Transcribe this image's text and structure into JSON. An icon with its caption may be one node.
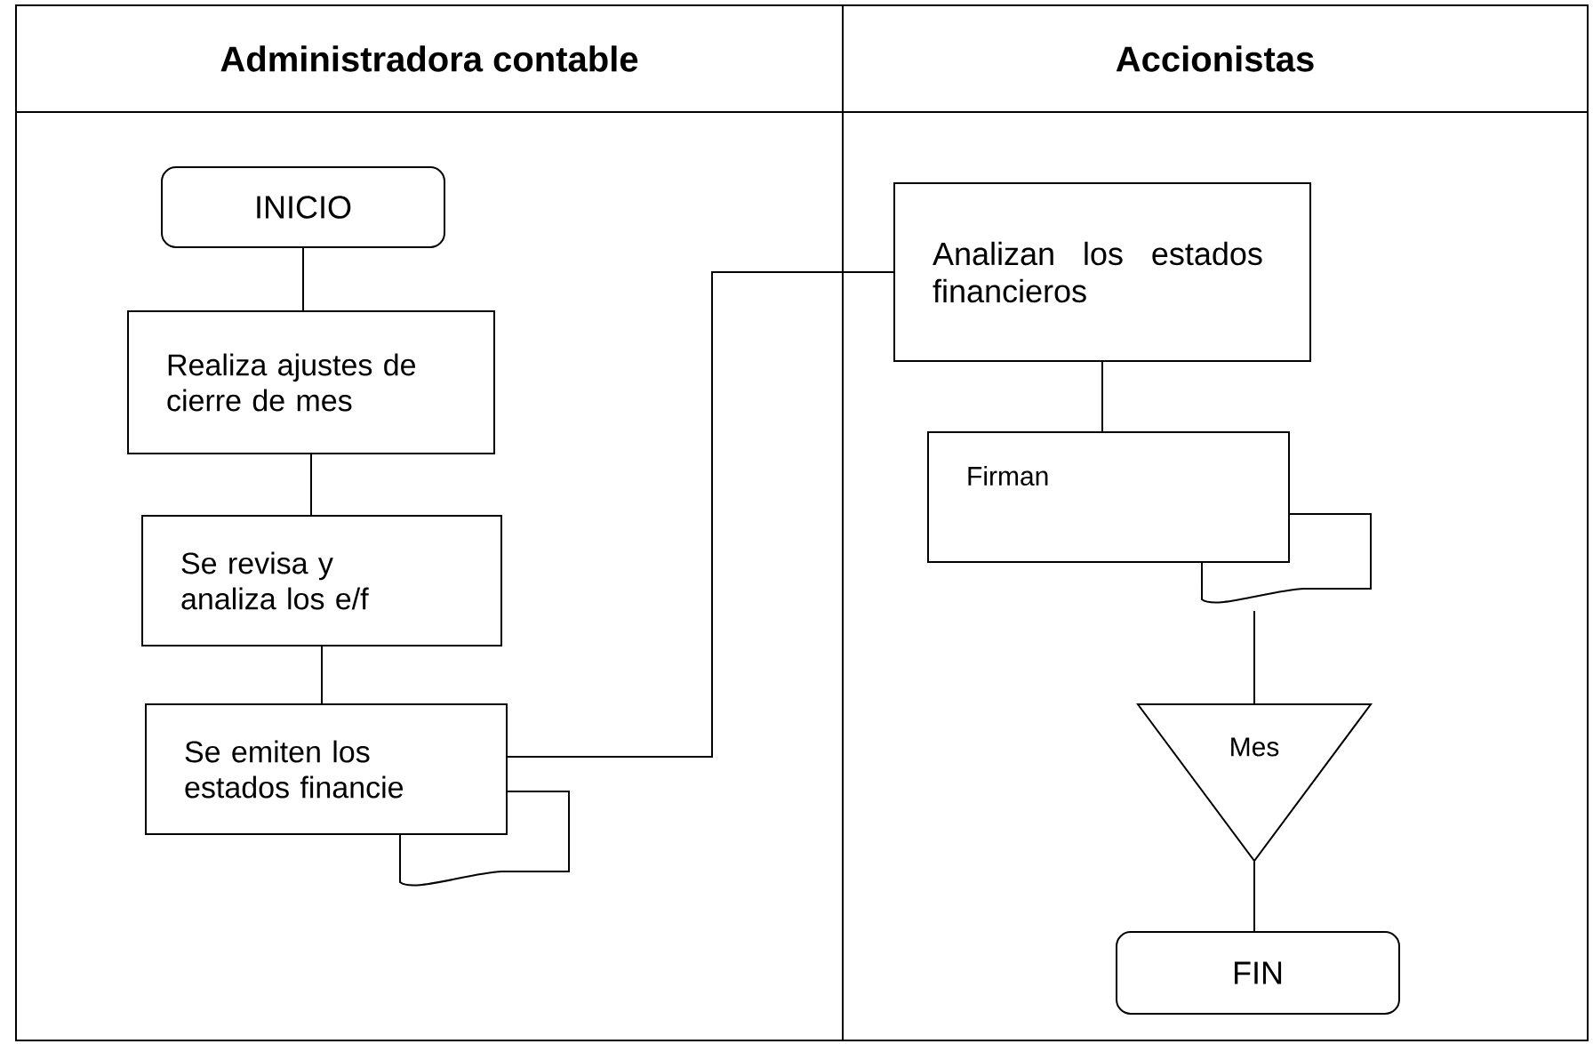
{
  "diagram": {
    "nodes": [
      {
        "text": [
          "Administradora contable"
        ]
      },
      {
        "text": [
          "INICIO"
        ],
        "in": 0
      },
      {
        "text": [
          "Realiza ajustes de cierre de mes"
        ],
        "in": 0
      },
      {
        "text": [
          "Se revisa y analiza los e/f"
        ],
        "in": 0
      },
      {
        "text": [
          "Se emiten los estados financie"
        ],
        "in": 0
      },
      {
        "text": [
          "Accionistas"
        ]
      },
      {
        "text": [
          "Analizan los estados financieros"
        ],
        "in": 5
      },
      {
        "text": [
          "Firman"
        ],
        "in": 5
      },
      {
        "text": [
          "Mes"
        ],
        "in": 5
      },
      {
        "text": [
          "FIN"
        ],
        "in": 5
      }
    ],
    "edges": [
      {
        "from": 1,
        "to": 2,
        "arrow": "none"
      },
      {
        "from": 2,
        "to": 3,
        "arrow": "none"
      },
      {
        "from": 3,
        "to": 4,
        "arrow": "none"
      },
      {
        "from": 4,
        "to": 6,
        "arrow": "none"
      },
      {
        "from": 6,
        "to": 7,
        "arrow": "none"
      },
      {
        "from": 7,
        "to": 8,
        "arrow": "none"
      },
      {
        "from": 8,
        "to": 9,
        "arrow": "none"
      }
    ]
  }
}
